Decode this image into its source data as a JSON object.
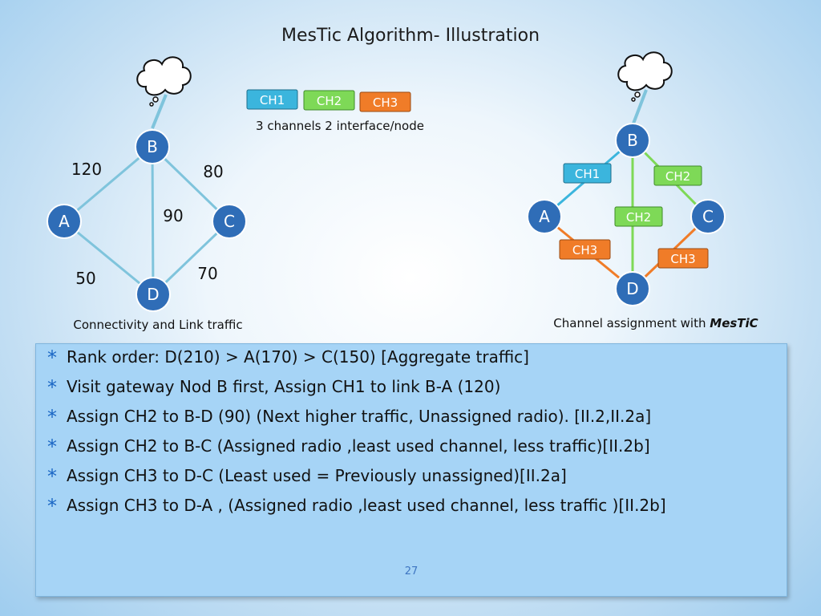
{
  "slide": {
    "title": "MesTic Algorithm- Illustration",
    "legend": {
      "channels": [
        {
          "label": "CH1",
          "color": "#3bb5dd"
        },
        {
          "label": "CH2",
          "color": "#7ed957"
        },
        {
          "label": "CH3",
          "color": "#f07c28"
        }
      ],
      "caption": "3 channels 2 interface/node"
    },
    "left_graph": {
      "nodes": {
        "A": "A",
        "B": "B",
        "C": "C",
        "D": "D"
      },
      "weights": {
        "BA": "120",
        "BC": "80",
        "BD": "90",
        "AD": "50",
        "CD": "70"
      },
      "caption": "Connectivity and Link traffic"
    },
    "right_graph": {
      "nodes": {
        "A": "A",
        "B": "B",
        "C": "C",
        "D": "D"
      },
      "link_labels": {
        "BA": "CH1",
        "BC": "CH2",
        "BD": "CH2",
        "AD": "CH3",
        "CD": "CH3"
      },
      "caption_prefix": "Channel assignment with ",
      "caption_emphasis": "MesTiC"
    },
    "bullets": [
      "Rank order: D(210) > A(170) > C(150)  [Aggregate traffic]",
      "Visit gateway Nod B first, Assign  CH1 to link  B-A (120)",
      "Assign CH2 to B-D (90) (Next higher traffic, Unassigned radio). [II.2,II.2a]",
      "Assign  CH2 to B-C (Assigned radio ,least used channel, less traffic)[II.2b]",
      "Assign  CH3 to D-C (Least used = Previously unassigned)[II.2a]",
      "Assign  CH3 to D-A , (Assigned radio ,least used channel, less traffic )[II.2b]"
    ],
    "bullet_marker": "*",
    "page_number": "27",
    "colors": {
      "node": "#2f6db7",
      "link": "#7fc4dc",
      "ch1": "#3bb5dd",
      "ch2": "#7ed957",
      "ch3": "#f07c28"
    }
  }
}
